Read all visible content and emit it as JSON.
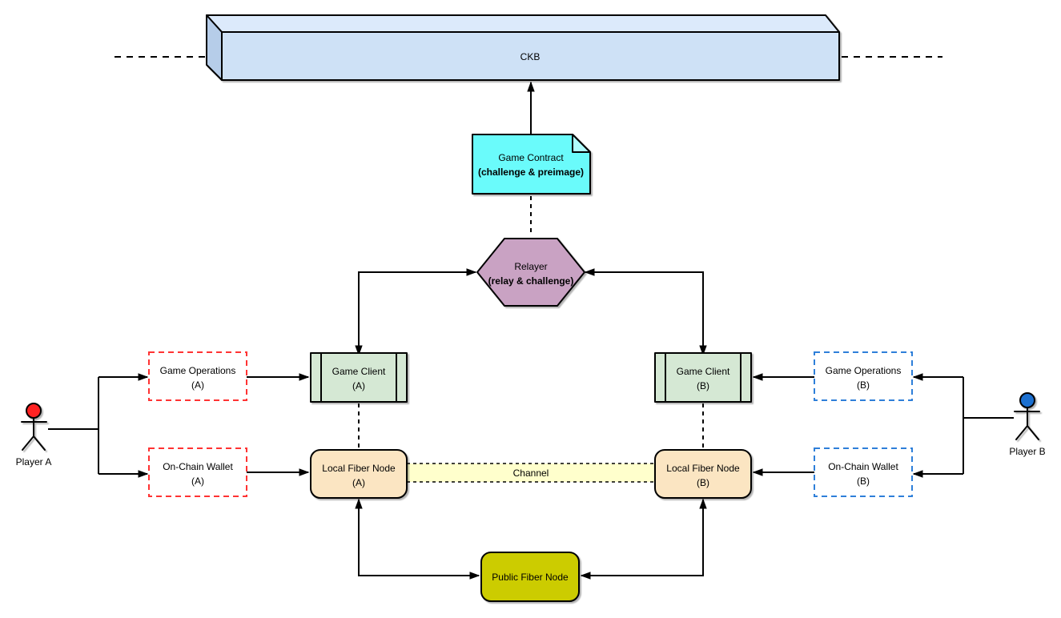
{
  "diagram": {
    "ckb": {
      "label": "CKB"
    },
    "game_contract": {
      "title": "Game Contract",
      "subtitle": "(challenge & preimage)"
    },
    "relayer": {
      "title": "Relayer",
      "subtitle": "(relay & challenge)"
    },
    "game_client_a": {
      "title": "Game Client",
      "subtitle": "(A)"
    },
    "game_client_b": {
      "title": "Game Client",
      "subtitle": "(B)"
    },
    "game_operations_a": {
      "title": "Game Operations",
      "subtitle": "(A)"
    },
    "game_operations_b": {
      "title": "Game Operations",
      "subtitle": "(B)"
    },
    "on_chain_wallet_a": {
      "title": "On-Chain Wallet",
      "subtitle": "(A)"
    },
    "on_chain_wallet_b": {
      "title": "On-Chain Wallet",
      "subtitle": "(B)"
    },
    "local_fiber_node_a": {
      "title": "Local Fiber Node",
      "subtitle": "(A)"
    },
    "local_fiber_node_b": {
      "title": "Local Fiber Node",
      "subtitle": "(B)"
    },
    "channel": {
      "label": "Channel"
    },
    "public_fiber_node": {
      "label": "Public Fiber Node"
    },
    "player_a": {
      "label": "Player A"
    },
    "player_b": {
      "label": "Player B"
    }
  },
  "colors": {
    "ckb_front": "#CEE1F6",
    "ckb_top": "#DCEAFB",
    "ckb_side": "#B6CDE9",
    "contract_fill": "#6BFBFB",
    "contract_fold": "#B0FDFD",
    "relayer_fill": "#C9A2C3",
    "client_fill": "#D5E8D4",
    "fiber_fill": "#FBE5C2",
    "channel_fill": "#FFFFCC",
    "public_fill": "#CCCC00",
    "side_a_accent": "#FF3333",
    "side_b_accent": "#2E7FD9",
    "player_a_head": "#FF2222",
    "player_b_head": "#1E6FD0",
    "stroke": "#000000"
  }
}
